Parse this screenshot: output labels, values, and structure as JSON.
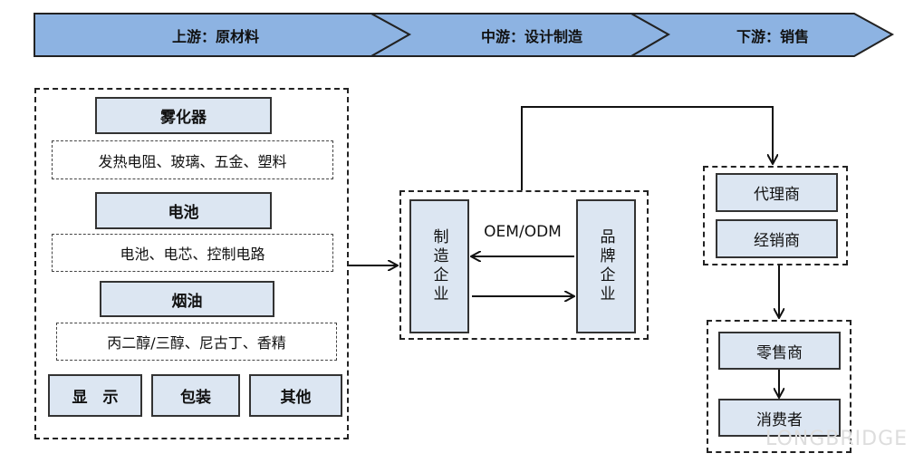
{
  "header": {
    "stages": [
      "上游：原材料",
      "中游：设计制造",
      "下游：销售"
    ],
    "fill": "#8db3e2"
  },
  "upstream": {
    "groups": [
      {
        "title": "雾化器",
        "items": "发热电阻、玻璃、五金、塑料"
      },
      {
        "title": "电池",
        "items": "电池、电芯、控制电路"
      },
      {
        "title": "烟油",
        "items": "丙二醇/三醇、尼古丁、香精"
      }
    ],
    "others": [
      "显　示",
      "包装",
      "其他"
    ]
  },
  "midstream": {
    "manufacturer": "制造企业",
    "brand": "品牌企业",
    "relation": "OEM/ODM"
  },
  "downstream": {
    "agent": "代理商",
    "distributor": "经销商",
    "retailer": "零售商",
    "consumer": "消费者"
  },
  "box_fill": "#dce6f2",
  "watermark": "LONGBRIDGE"
}
